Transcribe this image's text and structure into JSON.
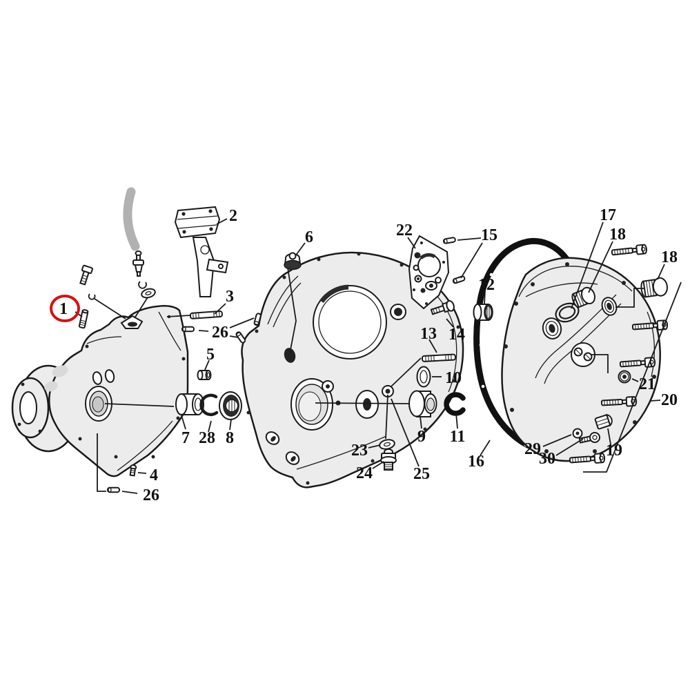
{
  "diagram": {
    "type": "exploded-parts-diagram",
    "subject": "motorcycle crankcase halves, primary cover and gasket with numbered hardware callouts",
    "background": "#ffffff",
    "line_color": "#1a1a1a",
    "case_fill": "#ececec",
    "shade_fill": "#d9d9d9",
    "hose_color": "#b1b1b1",
    "gasket_color": "#111111",
    "highlight_color": "#d61111",
    "highlighted_callout": "1"
  },
  "callouts": {
    "c1": "1",
    "c2": "2",
    "c3": "3",
    "c4": "4",
    "c5": "5",
    "c6": "6",
    "c7": "7",
    "c8": "8",
    "c9": "9",
    "c10": "10",
    "c11": "11",
    "c12": "12",
    "c13": "13",
    "c14": "14",
    "c15": "15",
    "c16": "16",
    "c17": "17",
    "c18a": "18",
    "c18b": "18",
    "c19": "19",
    "c20": "20",
    "c21": "21",
    "c22": "22",
    "c23": "23",
    "c24": "24",
    "c25": "25",
    "c26a": "26",
    "c26b": "26",
    "c28": "28",
    "c29": "29",
    "c30": "30"
  }
}
